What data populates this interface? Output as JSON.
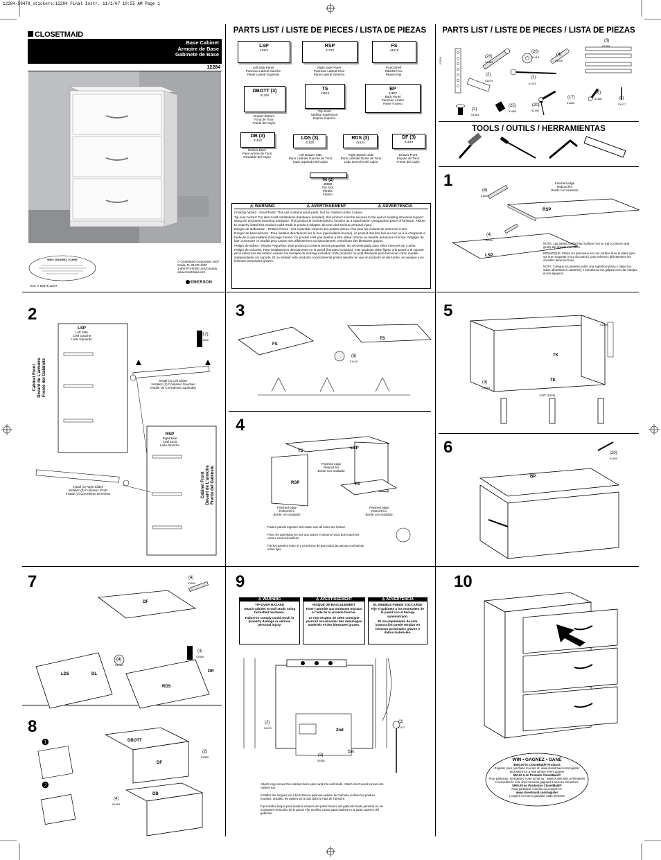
{
  "print_header": "12284-59478_stickers:12284 Final Instr.  11/1/07  10:55 AM  Page 1",
  "brand": {
    "logo": "CLOSETMAID",
    "product_lines": [
      "Base Cabinet",
      "Armoire de Base",
      "Gabinete de Base"
    ],
    "model": "12284"
  },
  "corp": {
    "lines": [
      "© ClosetMaid Corporation 2007",
      "Ocala, FL 34478-4400",
      "1-800-874-0008 USA/Canada",
      "www.closetmaid.com"
    ],
    "emerson": "EMERSON",
    "ins_code": "INS. # 59478   11/07"
  },
  "win_badge_small": {
    "title": "WIN • GAGNEZ • GANE"
  },
  "parts_title": "PARTS LIST / LISTE DE PIECES / LISTA DE PIEZAS",
  "tools_title": "TOOLS / OUTILS / HERRAMIENTAS",
  "parts": [
    {
      "code": "LSP",
      "num": "41371",
      "desc": [
        "Left Side Panel",
        "Panneau Latéral Gauche",
        "Panel Lateral Izquierdo"
      ]
    },
    {
      "code": "RSP",
      "num": "41372",
      "desc": [
        "Right Side Panel",
        "Panneau Latéral Droit",
        "Panel Lateral Derecho"
      ]
    },
    {
      "code": "FS",
      "num": "41518",
      "desc": [
        "Fixed Shelf",
        "Tablette Fixe",
        "Repisa Fija"
      ]
    },
    {
      "code": "DBOTT (3)",
      "num": "51364",
      "desc": [
        "Drawer Bottom",
        "Fond de Tiroir",
        "Fondo del Cajón"
      ]
    },
    {
      "code": "TS",
      "num": "41516",
      "desc": [
        "Top Shelf",
        "Tablette Supérieure",
        "Repisa Superior"
      ]
    },
    {
      "code": "BP",
      "num": "41867",
      "desc": [
        "Back Panel",
        "Panneau Arrière",
        "Panel Trasero"
      ]
    },
    {
      "code": "DB (3)",
      "num": "41522",
      "desc": [
        "Drawer Back",
        "Paroi Arrière de Tiroir",
        "Respaldo del Cajón"
      ]
    },
    {
      "code": "LDS (3)",
      "num": "41520",
      "desc": [
        "Left Drawer Side",
        "Paroi Latérale Gauche de Tiroir",
        "Lado Izquierdo del Cajón"
      ]
    },
    {
      "code": "RDS (3)",
      "num": "41521",
      "desc": [
        "Right Drawer Side",
        "Paroi Latérale Droite de Tiroir",
        "Lado Derecho del Cajón"
      ]
    },
    {
      "code": "DF (3)",
      "num": "41519",
      "desc": [
        "Drawer Front",
        "Façade de Tiroir",
        "Frente del Cajón"
      ]
    },
    {
      "code": "TK (2)",
      "num": "40880",
      "desc": [
        "Toe Kick",
        "Plinthe",
        "Faldón"
      ]
    }
  ],
  "hardware": [
    {
      "qty": "",
      "num": "51536"
    },
    {
      "qty": "(20)",
      "num": "51663"
    },
    {
      "qty": "(20)",
      "num": "51418"
    },
    {
      "qty": "(4)",
      "num": "51516"
    },
    {
      "qty": "(3)",
      "num": "51350"
    },
    {
      "qty": "(2)",
      "num": "51679"
    },
    {
      "qty": "(2)",
      "num": "51470"
    },
    {
      "qty": "(17)",
      "num": "51683"
    },
    {
      "qty": "(6)",
      "num": "51680"
    },
    {
      "qty": "(3)",
      "num": "51677"
    },
    {
      "qty": "(2)",
      "num": "51483"
    },
    {
      "qty": "(25)",
      "num": "51660"
    },
    {
      "qty": "(20)",
      "num": "51490"
    }
  ],
  "warning": {
    "heads": [
      "WARNING",
      "AVERTISSEMENT",
      "ADVERTENCIA"
    ],
    "paras": [
      "Choking hazard - Small Parts: This unit contains small parts. Not for children under 3 years.",
      "Tip-over hazard: For direct wall installations (hardware included), this product must be secured to the wall or building structural support using the enclosed mounting hardware. This product is not intended to function as a stand-alone, unsupported piece of furniture. Failure to properly install this product could result in product collapse, tip-over and serious personal injury.",
      "Danger de suffocation - Petites Pièces : Cet ensemble contient des petites pièces. Pas pour les enfants de moins de 3 ans.",
      "Danger de basculement : Pour installer directement sur le mur (quincaillerie fournie), ce produit doit être fixé au mur ou à la charpente à l'aide de la quincaillerie d'ancrage fournie. Ce produit n'est pas destiné à être utilisé comme un meuble autonome non fixé. Négliger de bien connecter ce produit peut causer son affaissement ou basculement, entraînant des blessures graves.",
      "Peligro de asfixia - Piezas Pequeñas: Este producto contiene piezas pequeñas. No recomendado para niños menores de 3 años.",
      "Peligro de volcarse: Para instalaciones directamente en la pared (herrajes incluidos), este producto debe fijarse a la pared o al soporte de la estructura del edificio usando los herrajes de montaje incluidos. Este producto no está diseñado para funcionar como mueble independiente sin soporte. El no instalar este producto correctamente podría resultar en que el producto se derrumbe, se vuelque y en lesiones personales graves."
    ]
  },
  "steps": {
    "s1": {
      "num": "1",
      "qty1": "(8)",
      "num1": "51663",
      "qty2": "(4)",
      "num2": "51516",
      "edge": [
        "Finished edge",
        "Rebord fini",
        "Borde con acabado"
      ],
      "lsp": "LSP",
      "rsp": "RSP",
      "notes": [
        "NOTE: Lay panels on flat hard surface (not on rug or carton), and gently tap dowels into holes.",
        "REMARQUE: Étalez les panneaux sur une surface dure et plane (pas sur une moquette ni sur du carton), puis enfoncez délicatement les chevilles dans les trous.",
        "NOTA: Coloque los paneles sobre una superficie plana y rígida (no sobre alfombras ni cartones), e introduzca con golpes leves las clavijas en los agujeros."
      ]
    },
    "s2": {
      "num": "2",
      "lsp": [
        "LSP",
        "Left Side",
        "Côté Gauche",
        "Lado Izquierdo"
      ],
      "rsp": [
        "RSP",
        "Right Side",
        "Côté Droit",
        "Lado Derecho"
      ],
      "qty": "(12)",
      "numh": "51660",
      "left_install": [
        "Install (3) Left Slides",
        "Installez (3) Coulisses Gauches",
        "Instale (3) Correderas Izquierdas"
      ],
      "right_install": [
        "Install (3) Right Slides",
        "Installez (3) Coulisses Droits",
        "Instale (3) Correderas Derechas"
      ],
      "front": [
        "Cabinet Front",
        "Devant de L'armoire",
        "Frente del Gabinete"
      ]
    },
    "s3": {
      "num": "3",
      "fs": "FS",
      "ts": "TS",
      "qty": "(8)",
      "numh": "51418"
    },
    "s4": {
      "num": "4",
      "ts": "TS",
      "lsp": "LSP",
      "rsp": "RSP",
      "fs": "FS",
      "edge": [
        "Finished edge",
        "Rebord fini",
        "Borde con acabado"
      ],
      "notes": [
        "Fasten panels together and make sure all cams are locked.",
        "Fixez les panneaux les uns aux autres et assurez-vous que toutes les cames sont verrouillées.",
        "Fije los paneles entre sí y cerciórese de que todos las piezas excéntricas estén fijas."
      ]
    },
    "s5": {
      "num": "5",
      "qty": "(4)",
      "numh": "51683",
      "tk": "TK",
      "gap": "1/16\" (2mm)",
      "num2": "51536"
    },
    "s6": {
      "num": "6",
      "qty": "(20)",
      "numh": "51490",
      "bp": "BP"
    },
    "s7": {
      "num": "7",
      "qty1": "(4)",
      "num1": "51663",
      "df": "DF",
      "qty2": "(4)",
      "num2": "51418",
      "qty3": "(4)",
      "num3": "51680",
      "lds": "LDS",
      "dl": "DL",
      "rds": "RDS",
      "dr": "DR"
    },
    "s8": {
      "num": "8",
      "dbott": "DBOTT",
      "df": "DF",
      "db": "DB",
      "qty1": "(2)",
      "num1": "51680",
      "qty2": "(4)",
      "num2": "51483",
      "m1": "❶",
      "m2": "❷"
    },
    "s9": {
      "num": "9",
      "heads": [
        "WARNING",
        "AVERTISSEMENT",
        "ADVERTENCIA"
      ],
      "subs": [
        "TIP-OVER HAZARD",
        "RISQUE DE BASCULEMENT",
        "EL MUEBLE PUEDE VOLCARSE"
      ],
      "bodies": [
        "Attach cabinet to wall studs using furnished hardware.",
        "Fixer l'armoire aux montants muraux à l'aide de la visserie fournie.",
        "Fije el gabinete a los montantes de la pared con el herraje suministrado."
      ],
      "bodies2": [
        "Failure to comply could result in property damage or serious personal injury.",
        "Le non-respect de cette consigne pourrait occasionner des dommages matériels et des blessures graves.",
        "El incumplimiento de esta instrucción puede resultar en lesiones personales graves o daños materiales."
      ],
      "qty1": "(2)",
      "num1": "51670",
      "qty2": "(2)",
      "num2": "51661",
      "qty3": "(2)",
      "num3": "51471",
      "second": "2nd",
      "first": "1st",
      "notes": [
        "Attach long screws thru cabinet back panel and into wall studs. Attach short wood screws into cabinet top.",
        "Installez les longues vis à bois dans le panneau arrière de l'armoire et dans les poutres murales. Installez les petites vis à bois dans le haut de l'armoire.",
        "Fije tornillos largos para madera a través del panel trasero del gabinete hasta penetrar en los montantes verticales de la pared. Fije tornillos cortos para madera en la parte superior del gabinete."
      ]
    },
    "s10": {
      "num": "10"
    }
  },
  "win_badge": {
    "title": "WIN • GAGNEZ • GANE",
    "lines": [
      "$500.00 in ClosetMaid® Products",
      "Register your purchase to enter at: www.closetmaid.com/register",
      "and watch for a new winner every quarter",
      "500.00 $ en Produits ClosetMaid®",
      "Pour participer, enregistrez votre achat au : www.closetmaid.com/register",
      "et surveillez le nom d'un nouveau gagnant à tous les trimestres.",
      "$500.00 en Productos ClosetMaid®",
      "Para participar, inscriba su compra en:",
      "www.closetmaid.com/register",
      "y espere un nuevo ganador cada trimestre"
    ]
  }
}
